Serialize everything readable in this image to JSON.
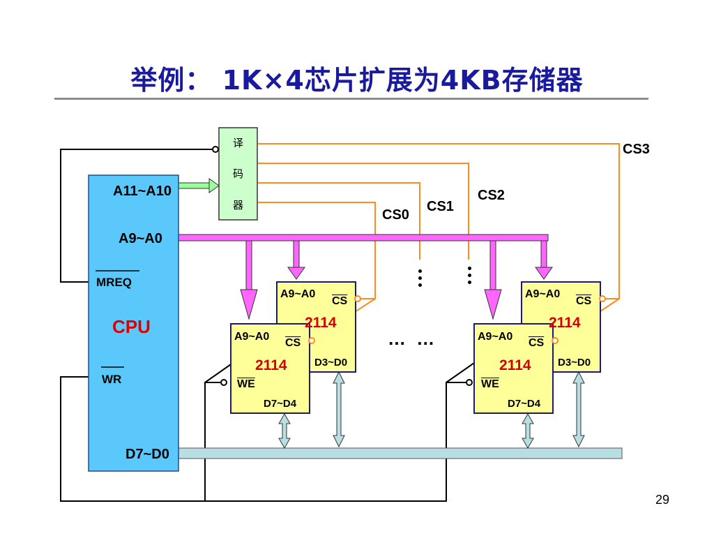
{
  "slide": {
    "title": "举例： 1K×4芯片扩展为4KB存储器",
    "page_number": "29"
  },
  "cpu": {
    "name": "CPU",
    "pins": {
      "a11_a10": "A11~A10",
      "a9_a0": "A9~A0",
      "mreq": "MREQ",
      "wr": "WR",
      "d7_d0": "D7~D0"
    }
  },
  "decoder": {
    "chars": [
      "译",
      "码",
      "器"
    ]
  },
  "chip_selects": [
    "CS0",
    "CS1",
    "CS2",
    "CS3"
  ],
  "chips": {
    "name": "2114",
    "addr_pin": "A9~A0",
    "cs_pin": "CS",
    "we_pin": "WE",
    "data_low": "D3~D0",
    "data_high": "D7~D4"
  },
  "ellipsis": "… …",
  "colors": {
    "title": "#1a1a9e",
    "cpu_fill": "#5ac8fa",
    "chip_fill": "#ffff99",
    "decoder_fill": "#ccffcc",
    "address_bus": "#ff66ff",
    "data_bus": "#b7dfe3",
    "cs_line": "#ff8c1a",
    "chip_name": "#d40000"
  }
}
